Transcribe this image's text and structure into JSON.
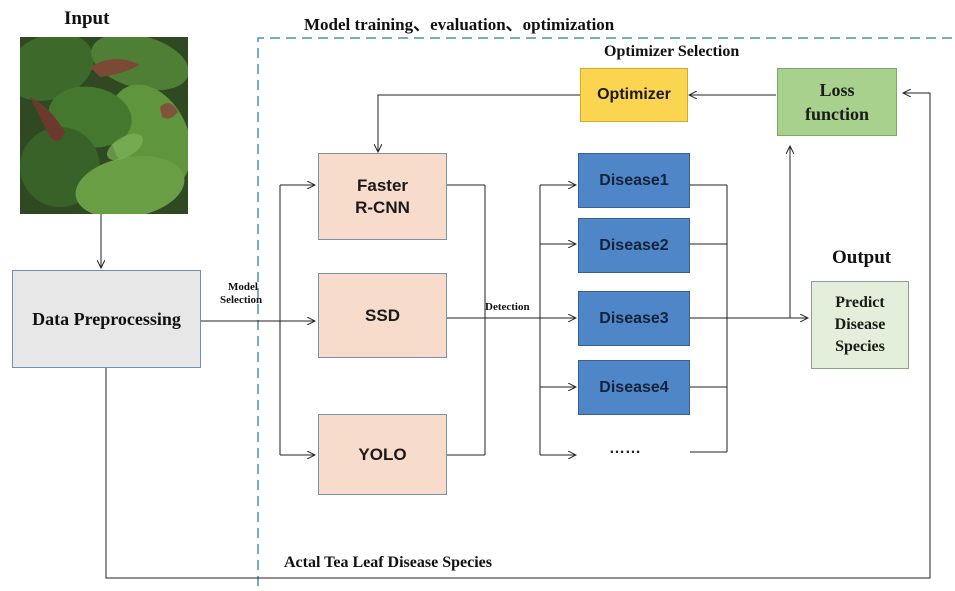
{
  "labels": {
    "input": "Input",
    "section": "Model training、evaluation、optimization",
    "optimizer_selection": "Optimizer Selection",
    "model_selection_1": "Model",
    "model_selection_2": "Selection",
    "detection": "Detection",
    "output": "Output",
    "actual": "Actal Tea Leaf Disease Species"
  },
  "boxes": {
    "preprocessing": "Data Preprocessing",
    "optimizer": "Optimizer",
    "loss_1": "Loss",
    "loss_2": "function",
    "predict_1": "Predict",
    "predict_2": "Disease",
    "predict_3": "Species"
  },
  "models": [
    {
      "line1": "Faster",
      "line2": "R-CNN"
    },
    {
      "line1": "SSD",
      "line2": ""
    },
    {
      "line1": "YOLO",
      "line2": ""
    }
  ],
  "diseases": [
    "Disease1",
    "Disease2",
    "Disease3",
    "Disease4",
    "……"
  ],
  "colors": {
    "model_fill": "#f8dccb",
    "disease_fill": "#4f86c8",
    "optimizer_fill": "#fbd450",
    "loss_fill": "#a9d18e",
    "predict_fill": "#e3efda",
    "preprocessing_fill": "#e7e7e7",
    "dashed_border": "#4f8db0"
  },
  "icons": {
    "input_image": "tea-leaf-photo"
  }
}
